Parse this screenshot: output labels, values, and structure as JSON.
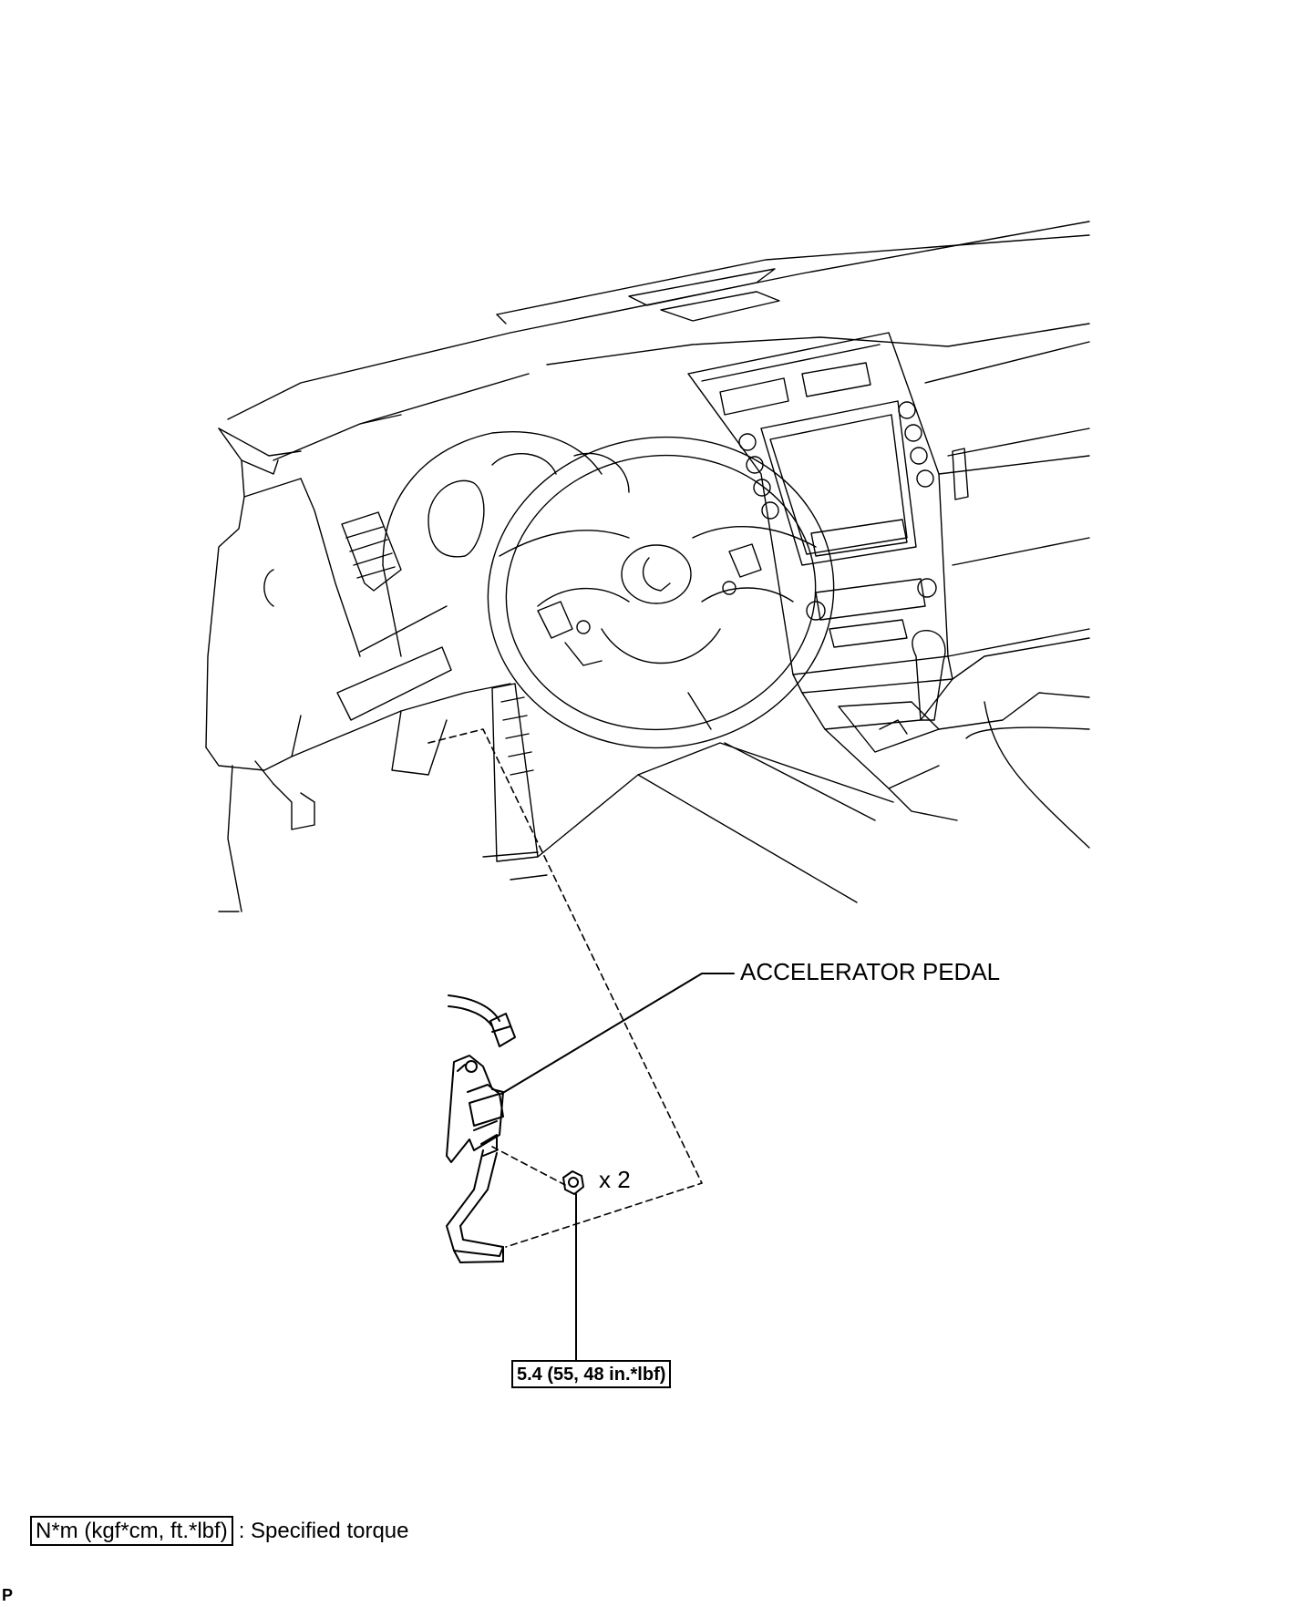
{
  "callout": {
    "part_label": "ACCELERATOR PEDAL",
    "quantity": "x 2",
    "torque_value": "5.4 (55, 48 in.*lbf)"
  },
  "legend": {
    "unit_box": "N*m (kgf*cm, ft.*lbf)",
    "description": ": Specified torque"
  },
  "page_mark": "P",
  "icons": {
    "dashboard": "dashboard-illustration",
    "steering_wheel": "steering-wheel-illustration",
    "pedal": "accelerator-pedal-illustration",
    "nut": "nut-icon"
  }
}
